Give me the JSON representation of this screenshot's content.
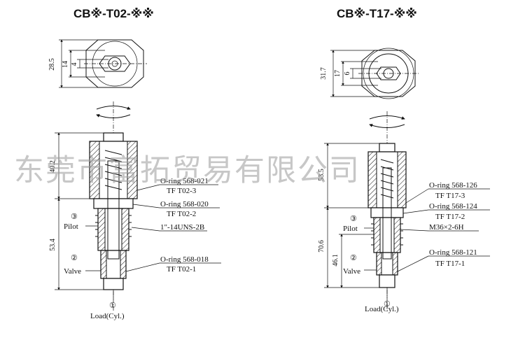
{
  "watermark": "东莞市富拓贸易有限公司",
  "left": {
    "title": "CB※-T02-※※",
    "dims": {
      "top_outer": "28.5",
      "top_mid": "14",
      "top_inner": "4",
      "upper": "40.2",
      "lower": "53.4"
    },
    "ports": {
      "pilot_num": "③",
      "pilot": "Pilot",
      "valve_num": "②",
      "valve": "Valve",
      "load_num": "①",
      "load": "Load(Cyl.)"
    },
    "callouts": [
      {
        "line1": "O-ring 568-021",
        "line2": "TF T02-3"
      },
      {
        "line1": "O-ring 568-020",
        "line2": "TF T02-2"
      },
      {
        "line1": "1\"-14UNS-2B",
        "line2": ""
      },
      {
        "line1": "O-ring 568-018",
        "line2": "TF T02-1"
      }
    ]
  },
  "right": {
    "title": "CB※-T17-※※",
    "dims": {
      "top_outer": "31.7",
      "top_mid": "17",
      "top_inner": "6",
      "upper": "53.5",
      "total": "70.6",
      "lower": "46.1"
    },
    "ports": {
      "pilot_num": "③",
      "pilot": "Pilot",
      "valve_num": "②",
      "valve": "Valve",
      "load_num": "①",
      "load": "Load(Cyl.)"
    },
    "callouts": [
      {
        "line1": "O-ring 568-126",
        "line2": "TF T17-3"
      },
      {
        "line1": "O-ring 568-124",
        "line2": "TF T17-2"
      },
      {
        "line1": "M36×2-6H",
        "line2": ""
      },
      {
        "line1": "O-ring 568-121",
        "line2": "TF T17-1"
      }
    ]
  }
}
